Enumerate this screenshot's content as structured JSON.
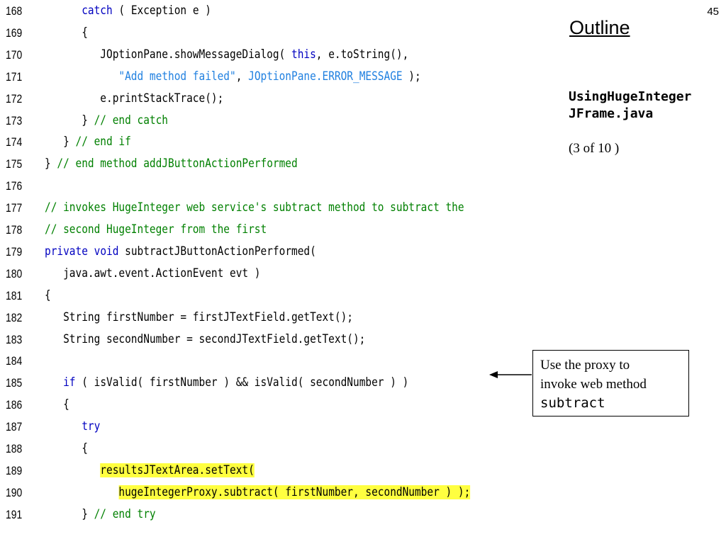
{
  "slide": {
    "page_number": "45",
    "outline_title": "Outline",
    "file_name_line1": "UsingHugeInteger",
    "file_name_line2": "JFrame.java",
    "slide_index": "(3 of 10 )"
  },
  "callout": {
    "text_line1": "Use the proxy to",
    "text_line2": "invoke web method",
    "method_name": "subtract"
  },
  "code_lines": [
    {
      "num": "168",
      "segments": [
        {
          "t": "      "
        },
        {
          "t": "catch",
          "c": "kw"
        },
        {
          "t": " ( Exception e )"
        }
      ]
    },
    {
      "num": "169",
      "segments": [
        {
          "t": "      {"
        }
      ]
    },
    {
      "num": "170",
      "segments": [
        {
          "t": "         JOptionPane.showMessageDialog( "
        },
        {
          "t": "this",
          "c": "kw"
        },
        {
          "t": ", e.toString(),"
        }
      ]
    },
    {
      "num": "171",
      "segments": [
        {
          "t": "            "
        },
        {
          "t": "\"Add method failed\"",
          "c": "str"
        },
        {
          "t": ", "
        },
        {
          "t": "JOptionPane.ERROR_MESSAGE",
          "c": "cst"
        },
        {
          "t": " );"
        }
      ]
    },
    {
      "num": "172",
      "segments": [
        {
          "t": "         e.printStackTrace();"
        }
      ]
    },
    {
      "num": "173",
      "segments": [
        {
          "t": "      } "
        },
        {
          "t": "// end catch",
          "c": "cm"
        }
      ]
    },
    {
      "num": "174",
      "segments": [
        {
          "t": "   } "
        },
        {
          "t": "// end if",
          "c": "cm"
        }
      ]
    },
    {
      "num": "175",
      "segments": [
        {
          "t": "} "
        },
        {
          "t": "// end method addJButtonActionPerformed",
          "c": "cm"
        }
      ]
    },
    {
      "num": "176",
      "segments": [
        {
          "t": ""
        }
      ]
    },
    {
      "num": "177",
      "segments": [
        {
          "t": "// invokes HugeInteger web service's subtract method to subtract the",
          "c": "cm"
        }
      ]
    },
    {
      "num": "178",
      "segments": [
        {
          "t": "// second HugeInteger from the first",
          "c": "cm"
        }
      ]
    },
    {
      "num": "179",
      "segments": [
        {
          "t": "private",
          "c": "kw"
        },
        {
          "t": " "
        },
        {
          "t": "void",
          "c": "kw"
        },
        {
          "t": " subtractJButtonActionPerformed("
        }
      ]
    },
    {
      "num": "180",
      "segments": [
        {
          "t": "   java.awt.event.ActionEvent evt )"
        }
      ]
    },
    {
      "num": "181",
      "segments": [
        {
          "t": "{"
        }
      ]
    },
    {
      "num": "182",
      "segments": [
        {
          "t": "   String firstNumber = firstJTextField.getText();"
        }
      ]
    },
    {
      "num": "183",
      "segments": [
        {
          "t": "   String secondNumber = secondJTextField.getText();"
        }
      ]
    },
    {
      "num": "184",
      "segments": [
        {
          "t": ""
        }
      ]
    },
    {
      "num": "185",
      "segments": [
        {
          "t": "   "
        },
        {
          "t": "if",
          "c": "kw"
        },
        {
          "t": " ( isValid( firstNumber ) && isValid( secondNumber ) )"
        }
      ]
    },
    {
      "num": "186",
      "segments": [
        {
          "t": "   {"
        }
      ]
    },
    {
      "num": "187",
      "segments": [
        {
          "t": "      "
        },
        {
          "t": "try",
          "c": "kw"
        }
      ]
    },
    {
      "num": "188",
      "segments": [
        {
          "t": "      {"
        }
      ]
    },
    {
      "num": "189",
      "segments": [
        {
          "t": "         "
        },
        {
          "t": "resultsJTextArea.setText(",
          "c": "hl"
        }
      ]
    },
    {
      "num": "190",
      "segments": [
        {
          "t": "            "
        },
        {
          "t": "hugeIntegerProxy.subtract( firstNumber, secondNumber ) );",
          "c": "hl"
        }
      ]
    },
    {
      "num": "191",
      "segments": [
        {
          "t": "      } "
        },
        {
          "t": "// end try",
          "c": "cm"
        }
      ]
    }
  ],
  "colors": {
    "keyword": "#0000c0",
    "comment": "#008000",
    "string_literal": "#2080e0",
    "highlight": "#ffff40"
  }
}
